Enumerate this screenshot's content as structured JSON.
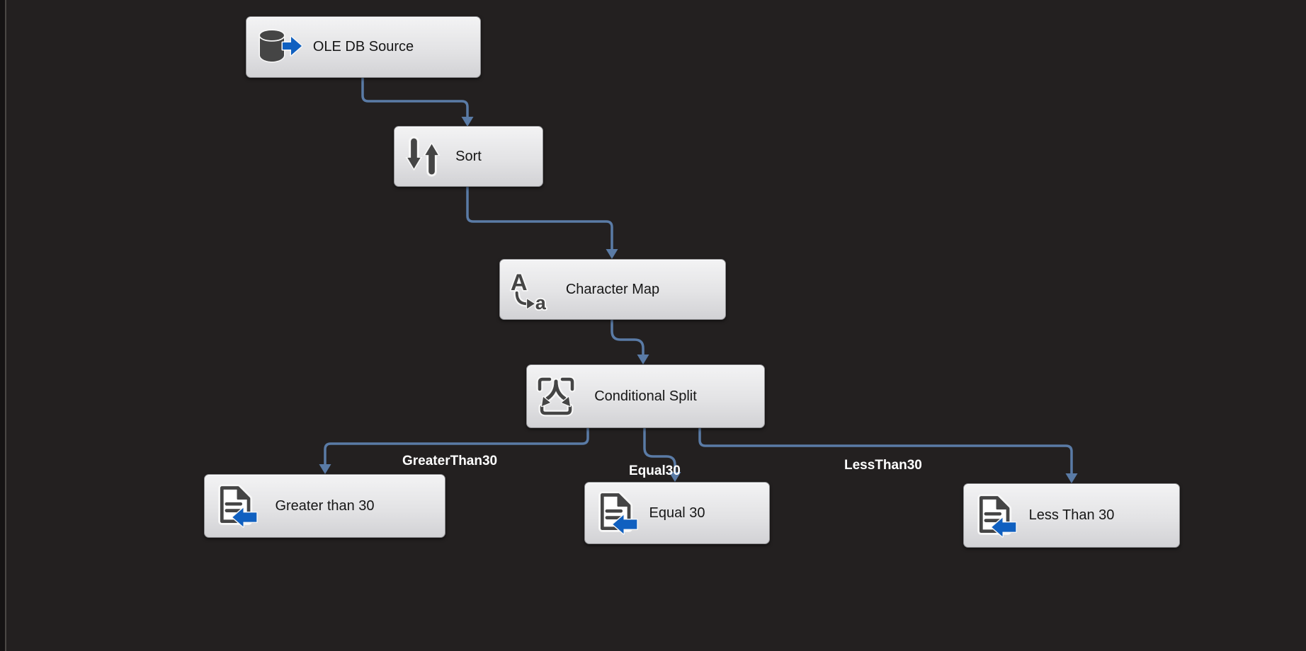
{
  "diagram": {
    "app_context": "SSIS data flow design surface",
    "nodes": [
      {
        "id": "ole-db-source",
        "label": "OLE DB Source",
        "icon": "database-source-icon"
      },
      {
        "id": "sort",
        "label": "Sort",
        "icon": "sort-arrows-icon"
      },
      {
        "id": "character-map",
        "label": "Character Map",
        "icon": "character-map-icon"
      },
      {
        "id": "conditional-split",
        "label": "Conditional Split",
        "icon": "conditional-split-icon"
      },
      {
        "id": "greater-than-30",
        "label": "Greater than 30",
        "icon": "flat-file-destination-icon"
      },
      {
        "id": "equal-30",
        "label": "Equal 30",
        "icon": "flat-file-destination-icon"
      },
      {
        "id": "less-than-30",
        "label": "Less Than 30",
        "icon": "flat-file-destination-icon"
      }
    ],
    "edges": [
      {
        "from": "ole-db-source",
        "to": "sort",
        "label": ""
      },
      {
        "from": "sort",
        "to": "character-map",
        "label": ""
      },
      {
        "from": "character-map",
        "to": "conditional-split",
        "label": ""
      },
      {
        "from": "conditional-split",
        "to": "greater-than-30",
        "label": "GreaterThan30"
      },
      {
        "from": "conditional-split",
        "to": "equal-30",
        "label": "Equal30"
      },
      {
        "from": "conditional-split",
        "to": "less-than-30",
        "label": "LessThan30"
      }
    ],
    "colors": {
      "background": "#232020",
      "node_fill_top": "#f3f3f4",
      "node_fill_bottom": "#d2d2d5",
      "node_border": "#8f8f92",
      "node_text": "#161616",
      "connector": "#5a7ba6",
      "edge_label_text": "#ffffff",
      "icon_gray": "#454545",
      "icon_blue": "#1060c0"
    }
  }
}
